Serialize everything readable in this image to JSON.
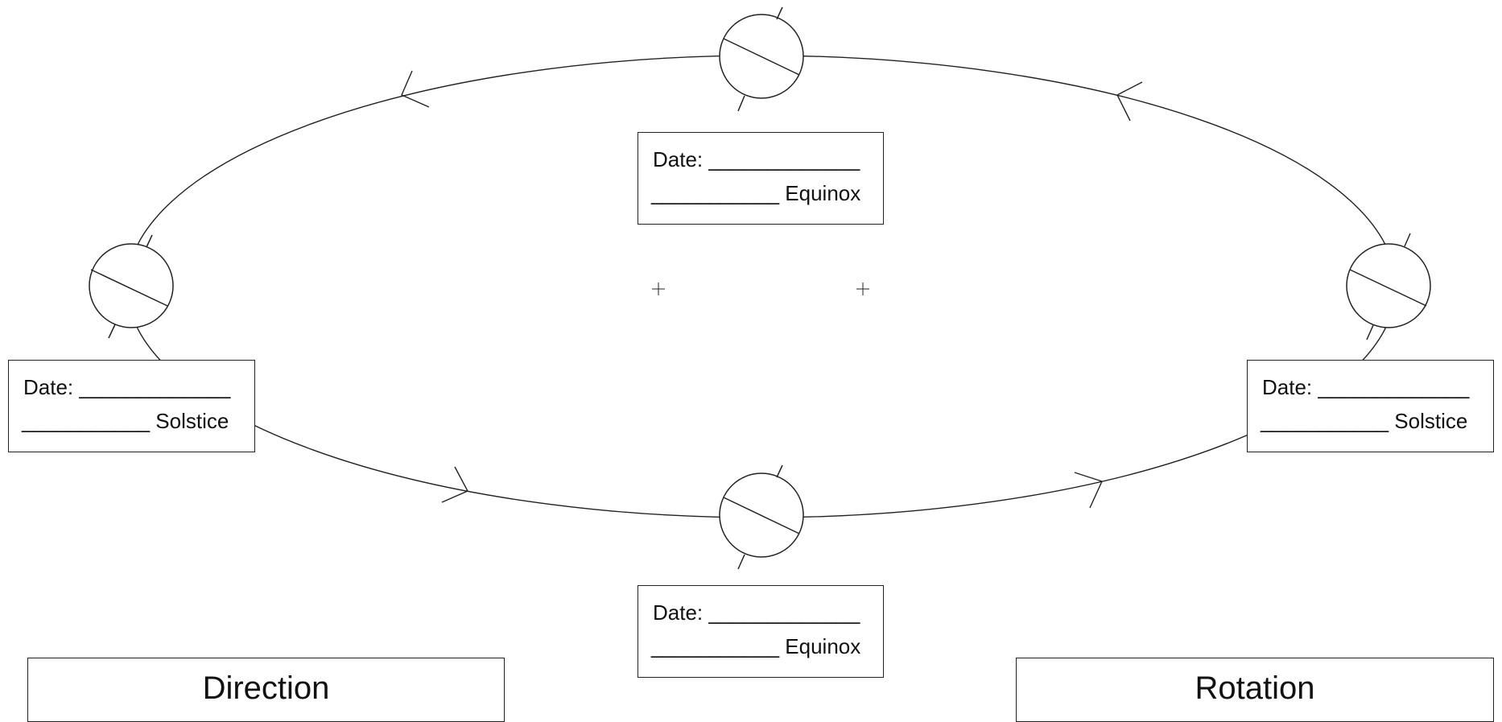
{
  "labels": {
    "top": {
      "date_row": "Date: _____________",
      "type_row": "___________ Equinox"
    },
    "left": {
      "date_row": "Date: _____________",
      "type_row": "___________ Solstice"
    },
    "right": {
      "date_row": "Date: _____________",
      "type_row": "___________ Solstice"
    },
    "bottom": {
      "date_row": "Date: _____________",
      "type_row": "___________ Equinox"
    }
  },
  "bottom_boxes": {
    "left_title": "Direction",
    "right_title": "Rotation"
  },
  "colors": {
    "line": "#222222",
    "background": "#ffffff"
  }
}
